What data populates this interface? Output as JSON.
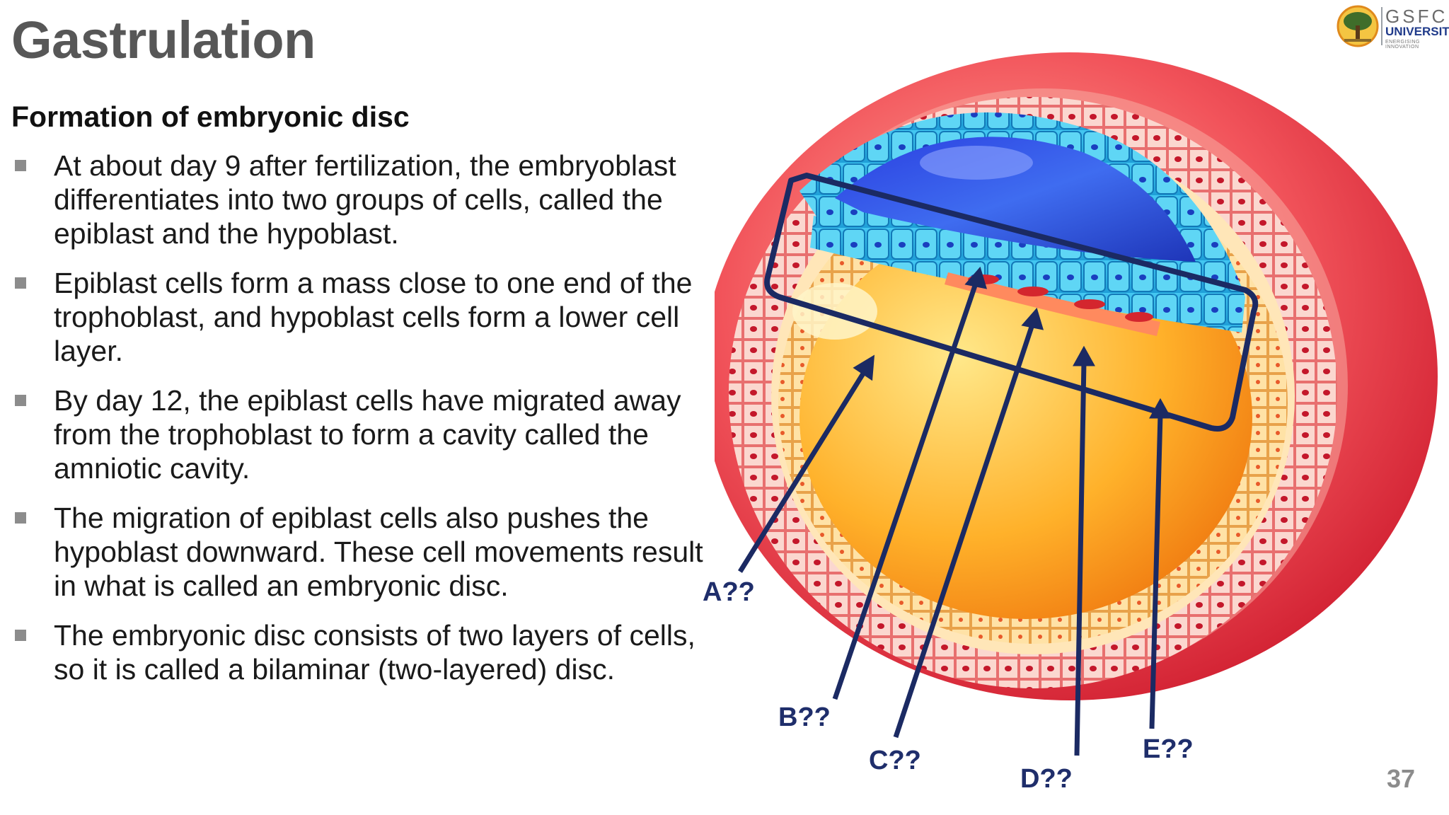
{
  "slide": {
    "title": "Gastrulation",
    "subtitle": "Formation of embryonic disc",
    "bullets": [
      {
        "text": "At about day 9 after fertilization, the embryoblast differentiates into two groups of cells, called the epiblast and the hypoblast."
      },
      {
        "text": "Epiblast cells form a mass close to one end of the trophoblast, and hypoblast cells form a lower cell layer."
      },
      {
        "text": "By day 12, the epiblast cells have migrated away from the trophoblast to form a cavity called the amniotic cavity."
      },
      {
        "text": "The migration of epiblast cells also pushes the hypoblast downward. These cell movements result in what is called an embryonic disc."
      },
      {
        "text": "The embryonic disc consists of two layers of cells, so it is called a bilaminar (two-layered) disc."
      }
    ],
    "page_number": "37"
  },
  "logo": {
    "name": "GSFC",
    "subname": "UNIVERSITY",
    "tagline": "ENERGISING INNOVATION"
  },
  "figure": {
    "labels": {
      "a": "A??",
      "b": "B??",
      "c": "C??",
      "d": "D??",
      "e": "E??"
    }
  },
  "colors": {
    "title": "#575757",
    "label": "#1f2e6b",
    "arrow": "#1b2a63",
    "bullet_marker": "#8c8c8c"
  }
}
